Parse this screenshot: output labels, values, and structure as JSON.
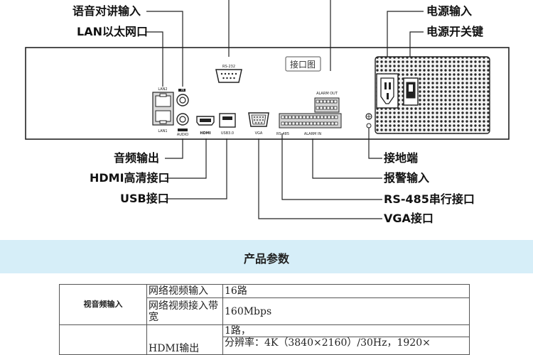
{
  "labels": {
    "intercom_input": "语音对讲输入",
    "lan_port": "LAN以太网口",
    "audio_out": "音频输出",
    "hdmi_port": "HDMI高清接口",
    "usb_port": "USB接口",
    "power_input": "电源输入",
    "power_switch": "电源开关键",
    "ground": "接地端",
    "alarm_input": "报警输入",
    "rs485_port": "RS-485串行接口",
    "vga_port": "VGA接口"
  },
  "panel": {
    "badge": "接口图",
    "lan2": "LAN2",
    "lan1": "LAN1",
    "in_tag": "IN",
    "audio_tag": "AUDIO",
    "hdmi_tag": "HDMI",
    "usb_tag": "USB3.0",
    "vga_tag": "VGA",
    "rs232_tag": "RS-232",
    "rs485_tag": "RS-485",
    "alarm_out_tag": "ALARM OUT",
    "alarm_in_tag": "ALARM IN"
  },
  "section_title": "产品参数",
  "spec_table": {
    "video_audio_input": "视音频输入",
    "rows": [
      {
        "item": "网络视频输入",
        "value": "16路"
      },
      {
        "item": "网络视频接入带宽",
        "value": "160Mbps"
      }
    ],
    "hdmi_item": "HDMI输出",
    "hdmi_value_1": "1路，",
    "hdmi_value_2": "分辨率：4K（3840×2160）/30Hz，1920×"
  }
}
